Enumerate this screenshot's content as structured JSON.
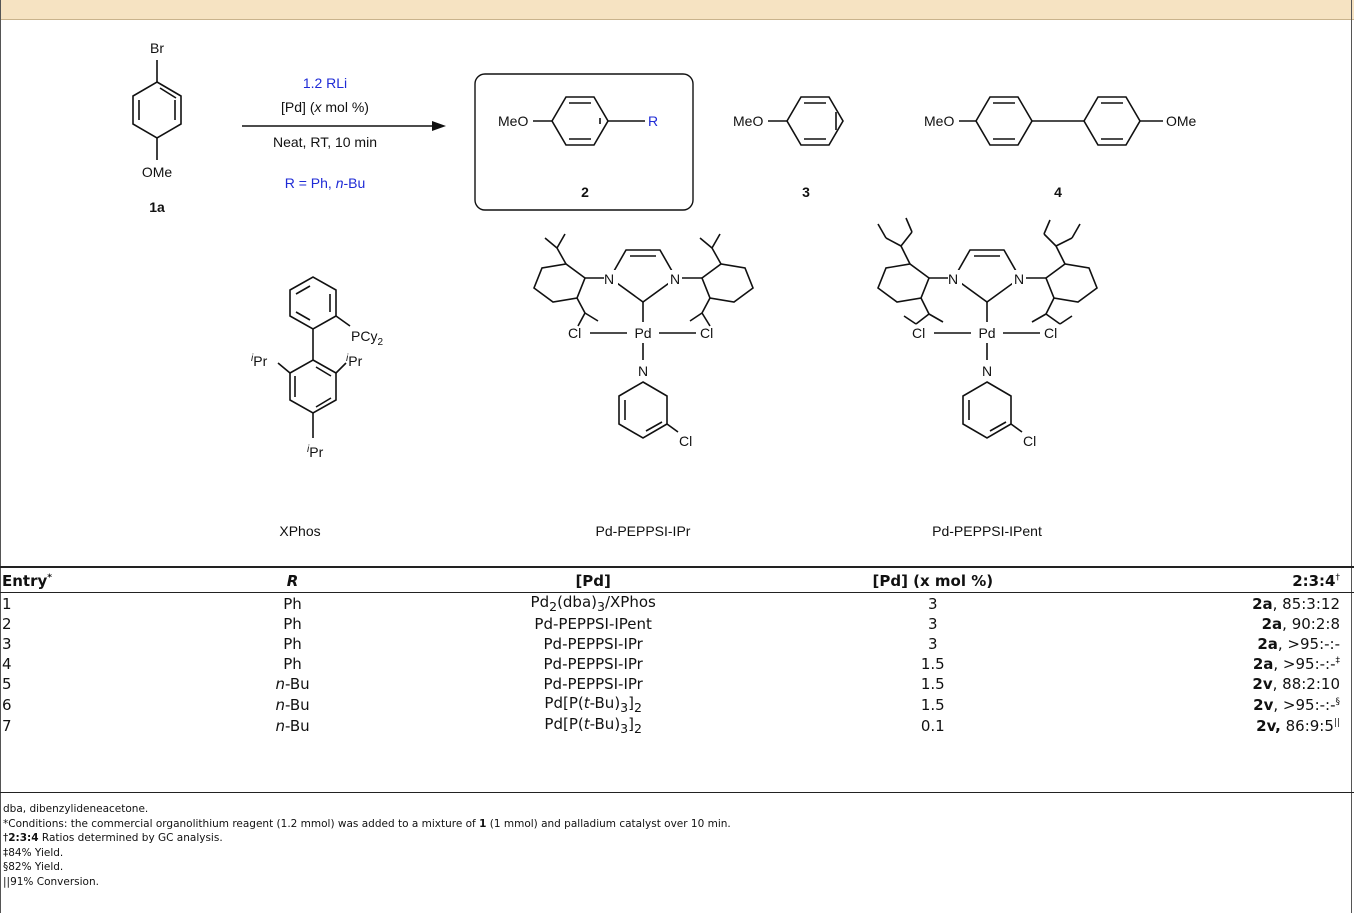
{
  "scheme": {
    "reagent_line1": "1.2 RLi",
    "reagent_line2_pre": "[Pd] (",
    "reagent_line2_x": "x",
    "reagent_line2_post": " mol %)",
    "conditions": "Neat, RT, 10 min",
    "r_definition_pre": "R = Ph, ",
    "r_definition_n": "n",
    "r_definition_post": "-Bu",
    "sm_label": "1a",
    "sm_substituent_top": "Br",
    "sm_substituent_bottom": "OMe",
    "prod2_left": "MeO",
    "prod2_right": "R",
    "prod2_label": "2",
    "prod3_left": "MeO",
    "prod3_label": "3",
    "prod4_left": "MeO",
    "prod4_right": "OMe",
    "prod4_label": "4"
  },
  "ligands": {
    "xphos_name": "XPhos",
    "xphos_pcy": "PCy",
    "xphos_pcy_sub": "2",
    "xphos_ipr_sup": "i",
    "xphos_ipr": "Pr",
    "ipr_name": "Pd-PEPPSI-IPr",
    "ipent_name": "Pd-PEPPSI-IPent",
    "atom_n": "N",
    "atom_cl": "Cl",
    "atom_pd": "Pd"
  },
  "table": {
    "headers": {
      "entry": "Entry",
      "entry_mark": "*",
      "r": "R",
      "pd": "[Pd]",
      "pd_mol": "[Pd] (x mol %)",
      "ratio": "2:3:4",
      "ratio_mark": "†"
    },
    "rows": [
      {
        "entry": "1",
        "r_pre": "",
        "r": "Ph",
        "pd": "Pd2(dba)3/XPhos",
        "mol": "3",
        "prod": "2a",
        "ratio": ", 85:3:12",
        "mark": ""
      },
      {
        "entry": "2",
        "r_pre": "",
        "r": "Ph",
        "pd": "Pd-PEPPSI-IPent",
        "mol": "3",
        "prod": "2a",
        "ratio": ", 90:2:8",
        "mark": ""
      },
      {
        "entry": "3",
        "r_pre": "",
        "r": "Ph",
        "pd": "Pd-PEPPSI-IPr",
        "mol": "3",
        "prod": "2a",
        "ratio": ", >95:-:-",
        "mark": ""
      },
      {
        "entry": "4",
        "r_pre": "",
        "r": "Ph",
        "pd": "Pd-PEPPSI-IPr",
        "mol": "1.5",
        "prod": "2a",
        "ratio": ", >95:-:-",
        "mark": "‡"
      },
      {
        "entry": "5",
        "r_pre": "n",
        "r": "-Bu",
        "pd": "Pd-PEPPSI-IPr",
        "mol": "1.5",
        "prod": "2v",
        "ratio": ", 88:2:10",
        "mark": ""
      },
      {
        "entry": "6",
        "r_pre": "n",
        "r": "-Bu",
        "pd": "Pd[P(t-Bu)3]2",
        "mol": "1.5",
        "prod": "2v",
        "ratio": ", >95:-:-",
        "mark": "§"
      },
      {
        "entry": "7",
        "r_pre": "n",
        "r": "-Bu",
        "pd": "Pd[P(t-Bu)3]2",
        "mol": "0.1",
        "prod": "2v,",
        "ratio": " 86:9:5",
        "mark": "||"
      }
    ]
  },
  "footnotes": {
    "abbrev": "dba, dibenzylideneacetone.",
    "conditions_pre": "*Conditions: the commercial organolithium reagent (1.2 mmol) was added to a mixture of ",
    "conditions_bold": "1",
    "conditions_post": " (1 mmol) and palladium catalyst over 10 min.",
    "ratio_mark": "†",
    "ratio_bold": "2:3:4",
    "ratio_text": " Ratios determined by GC analysis.",
    "yield1": "‡84% Yield.",
    "yield2": "§82% Yield.",
    "conversion": "||91% Conversion."
  },
  "colors": {
    "header_band": "#f6e3c2",
    "reagent_blue": "#1f2bd6"
  }
}
